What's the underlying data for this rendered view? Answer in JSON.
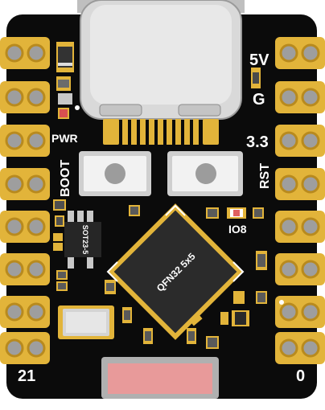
{
  "board": {
    "pcb_color": "#0b0b0b",
    "pad_gold": "#e2b43a",
    "pad_gold_dark": "#b88a1e",
    "usb_silver": "#d9d9d9",
    "chip_color": "#2b2b2b",
    "antenna_pink": "#e89a9a"
  },
  "labels": {
    "v5": "5V",
    "gnd": "G",
    "v33": "3.3",
    "rst": "RST",
    "boot": "BOOT",
    "pwr": "PWR",
    "io8": "IO8",
    "pin21": "21",
    "pin0": "0",
    "mcu_marking": "QFN32 5x5",
    "regulator_marking": "SOT23-5"
  },
  "icons": {
    "usb": "usb-c-connector-icon",
    "button": "tactile-button-icon"
  }
}
